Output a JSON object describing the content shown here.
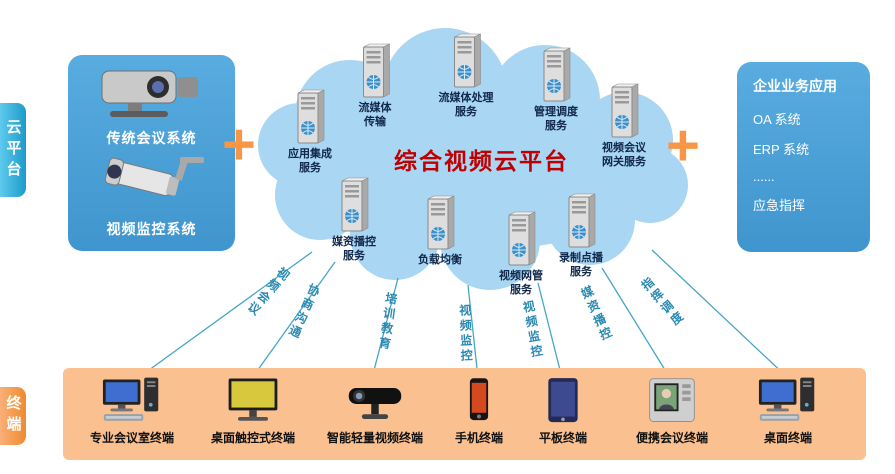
{
  "side_labels": {
    "cloud": "云平台",
    "terminal": "终端"
  },
  "plus_sign": "+",
  "left_panel": {
    "items": [
      {
        "label": "传统会议系统",
        "icon": "conference-camera-icon"
      },
      {
        "label": "视频监控系统",
        "icon": "surveillance-camera-icon"
      }
    ]
  },
  "right_panel": {
    "title": "企业业务应用",
    "items": [
      "OA 系统",
      "ERP 系统",
      "......",
      "应急指挥"
    ]
  },
  "cloud": {
    "title": "综合视频云平台",
    "services": [
      {
        "label": "应用集成\n服务",
        "icon": "server-icon"
      },
      {
        "label": "流媒体\n传输",
        "icon": "server-icon"
      },
      {
        "label": "流媒体处理\n服务",
        "icon": "server-icon"
      },
      {
        "label": "管理调度\n服务",
        "icon": "server-icon"
      },
      {
        "label": "视频会议\n网关服务",
        "icon": "server-icon"
      },
      {
        "label": "媒资播控\n服务",
        "icon": "server-icon"
      },
      {
        "label": "负载均衡",
        "icon": "server-icon"
      },
      {
        "label": "视频网管\n服务",
        "icon": "server-icon"
      },
      {
        "label": "录制点播\n服务",
        "icon": "server-icon"
      }
    ]
  },
  "connections": [
    {
      "label": "视频会议"
    },
    {
      "label": "协商沟通"
    },
    {
      "label": "培训教育"
    },
    {
      "label": "视频监控"
    },
    {
      "label": "视频监控"
    },
    {
      "label": "媒资播控"
    },
    {
      "label": "指挥调度"
    }
  ],
  "terminals": [
    {
      "label": "专业会议室终端",
      "icon": "desktop-computer-icon"
    },
    {
      "label": "桌面触控式终端",
      "icon": "touch-monitor-icon"
    },
    {
      "label": "智能轻量视频终端",
      "icon": "smart-camera-icon"
    },
    {
      "label": "手机终端",
      "icon": "mobile-phone-icon"
    },
    {
      "label": "平板终端",
      "icon": "tablet-icon"
    },
    {
      "label": "便携会议终端",
      "icon": "portable-conference-icon"
    },
    {
      "label": "桌面终端",
      "icon": "desktop-computer-icon"
    }
  ],
  "colors": {
    "cloud_fill": "#a9d6f2",
    "panel_blue": "#4aa3d8",
    "plus_orange": "#f79646",
    "title_red": "#c00000",
    "band_orange": "#fac090",
    "badge_cloud": "#1d9ac9",
    "badge_terminal": "#ef8a2f",
    "line_teal": "#45a6c6"
  }
}
